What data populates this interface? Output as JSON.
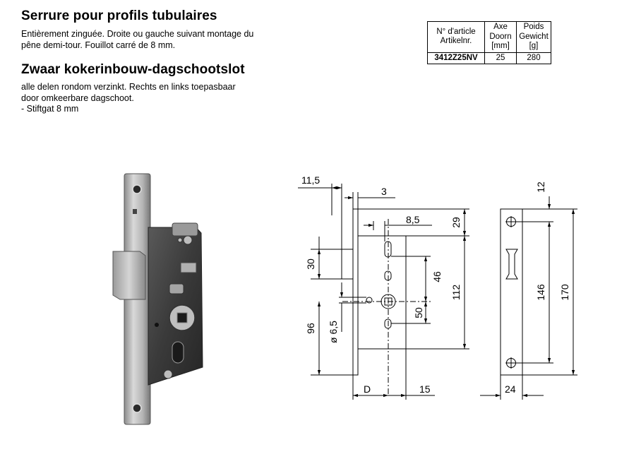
{
  "fr": {
    "title": "Serrure pour profils tubulaires",
    "description": "Entièrement zinguée. Droite ou gauche suivant montage du pêne demi-tour. Fouillot carré de 8 mm."
  },
  "nl": {
    "title": "Zwaar kokerinbouw-dagschootslot",
    "description_lines": [
      "alle delen rondom verzinkt. Rechts en links toepasbaar",
      "door omkeerbare dagschoot.",
      "- Stiftgat 8 mm"
    ]
  },
  "table": {
    "headers": [
      [
        "N° d'article",
        "Artikelnr."
      ],
      [
        "Axe",
        "Doorn",
        "[mm]"
      ],
      [
        "Poids",
        "Gewicht",
        "[g]"
      ]
    ],
    "rows": [
      [
        "3412Z25NV",
        "25",
        "280"
      ]
    ]
  },
  "dimensions": {
    "top_backset_offset": "11,5",
    "faceplate_thickness": "3",
    "slot_width": "8,5",
    "top_to_latch": "29",
    "latch_height": "30",
    "spindle_height": "96",
    "hole_diameter": "ø 6,5",
    "slot_spacing_upper": "46",
    "slot_spacing_lower": "50",
    "case_height": "112",
    "backset": "D",
    "case_depth_extra": "15",
    "faceplate_top_hole": "12",
    "hole_spacing": "146",
    "faceplate_length": "170",
    "faceplate_width": "24"
  }
}
